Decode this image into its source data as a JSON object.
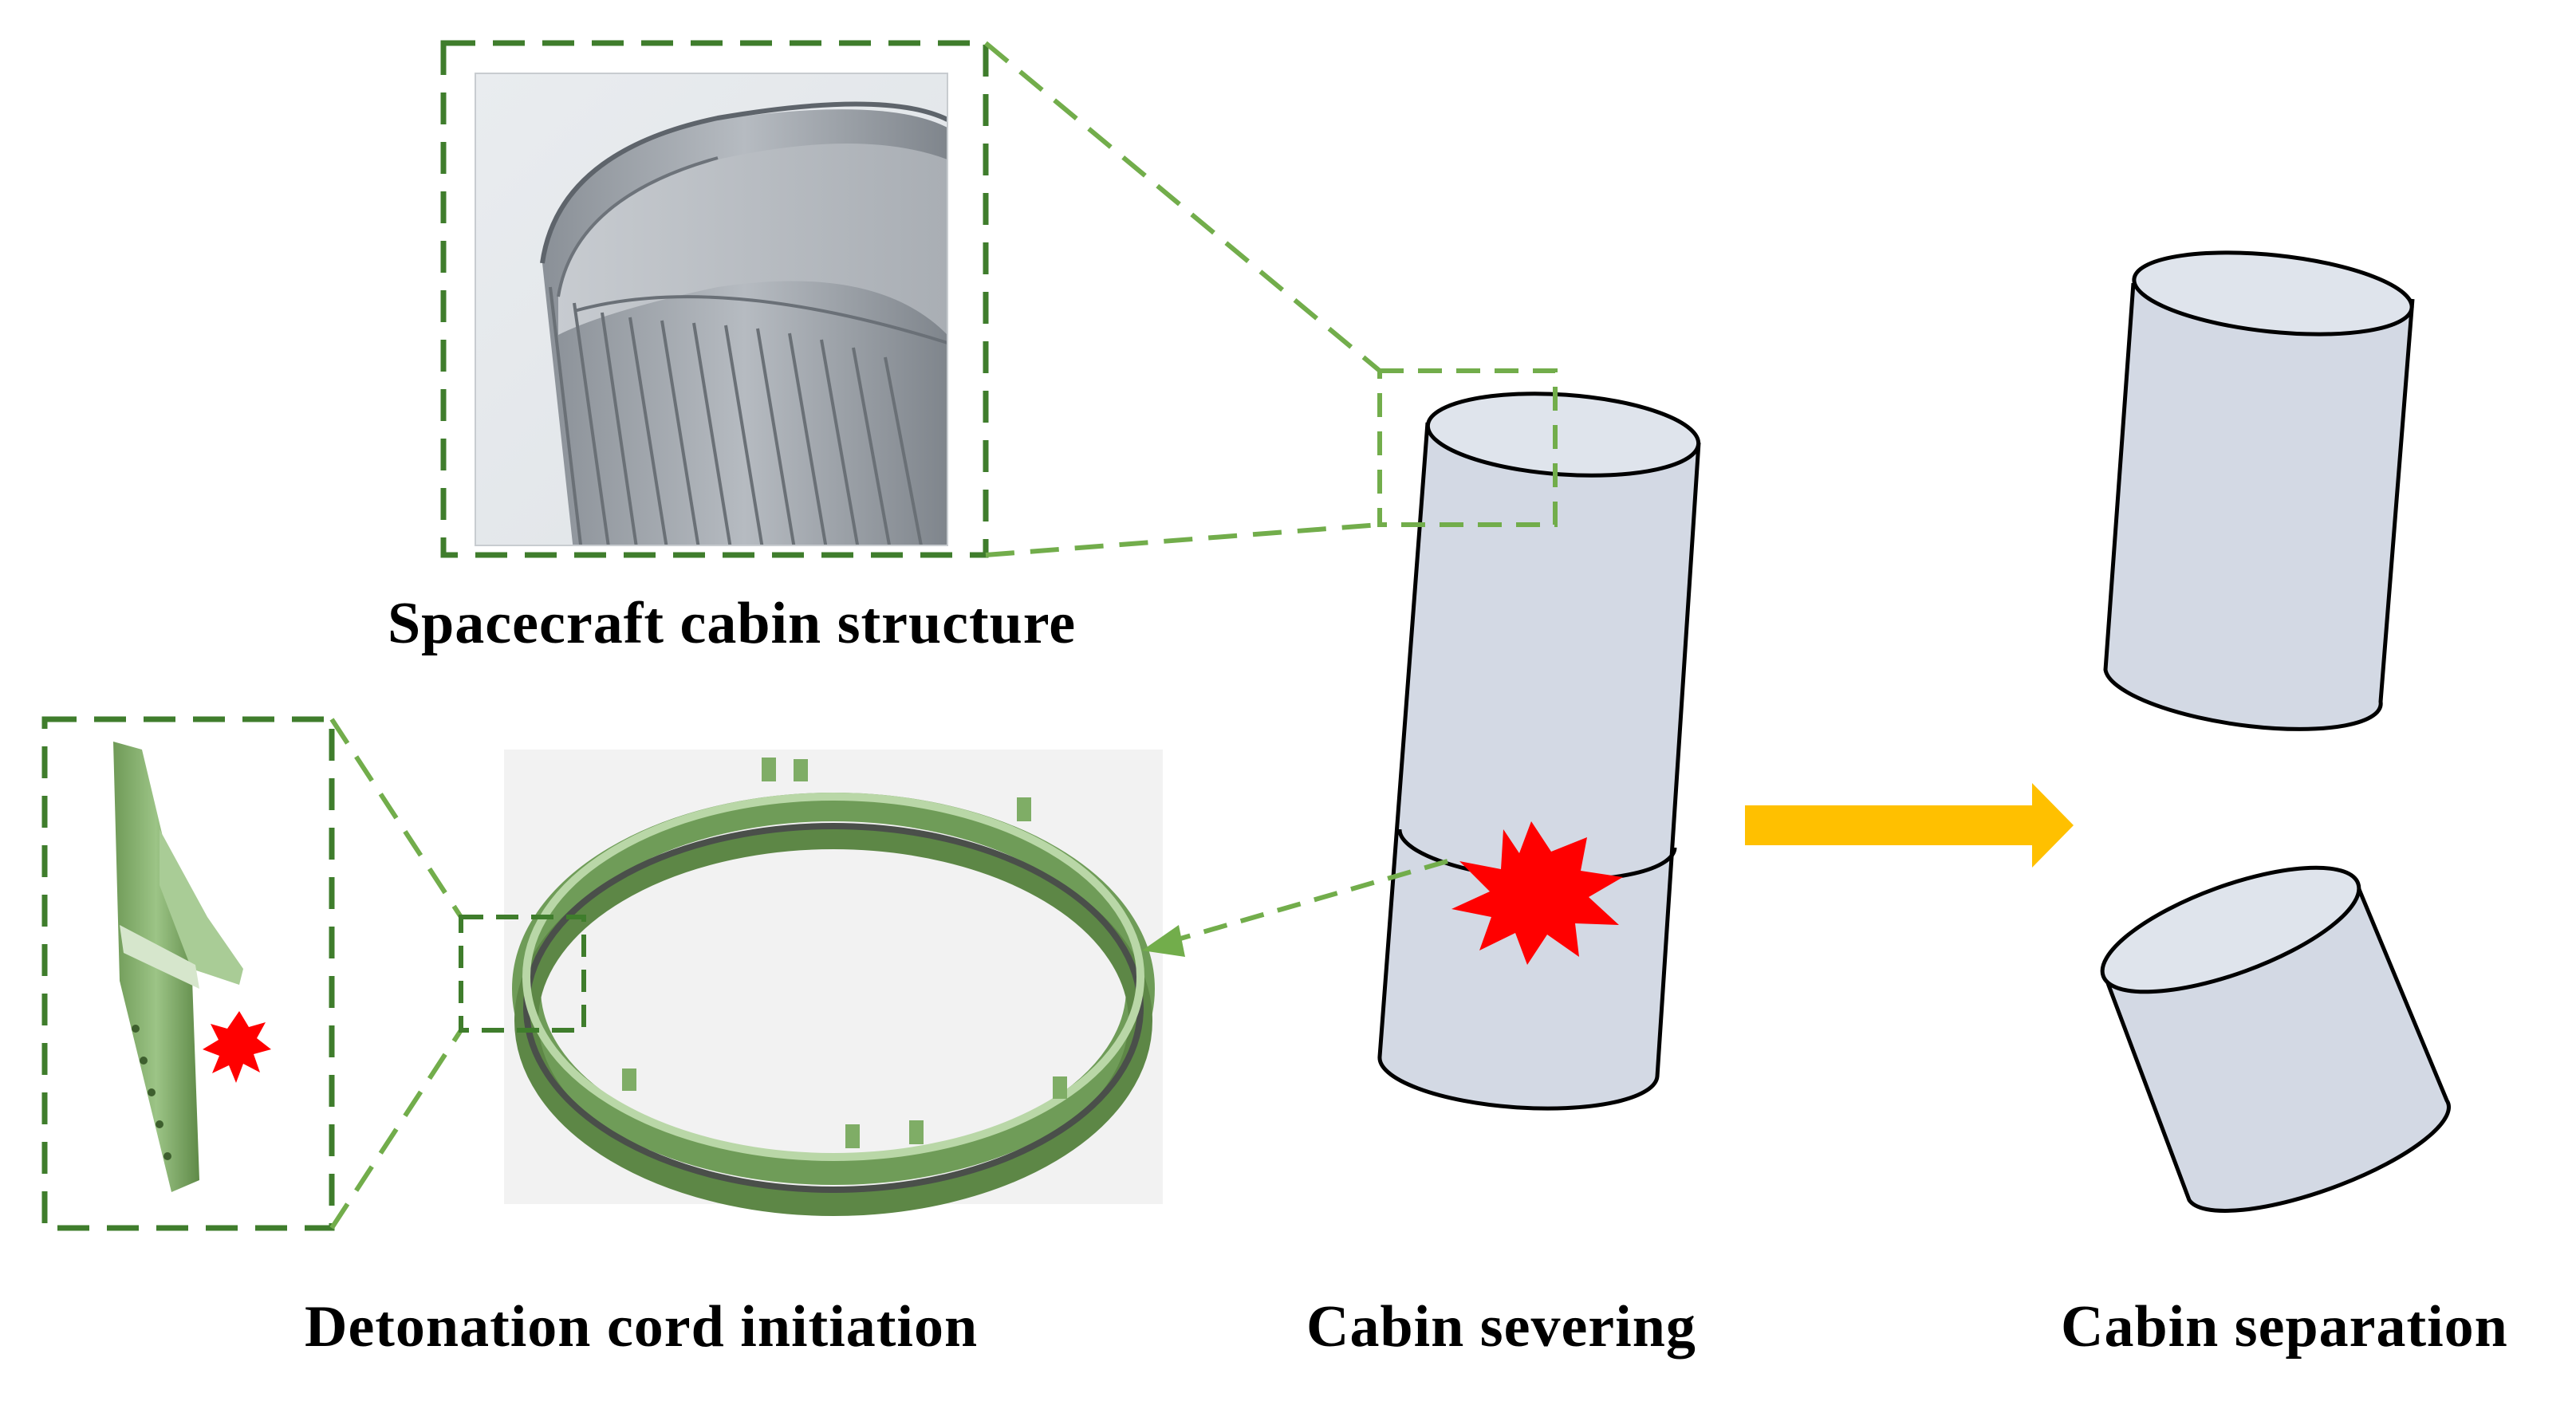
{
  "labels": {
    "cabin_structure": "Spacecraft cabin structure",
    "detonation": "Detonation cord initiation",
    "severing": "Cabin severing",
    "separation": "Cabin separation"
  },
  "colors": {
    "callout_dash": "#72ad4b",
    "callout_box": "#3f7d2c",
    "cabin_fill": "#d3d9e4",
    "outline": "#000000",
    "explosion": "#ff0000",
    "arrow": "#ffc000",
    "ring_green": "#93c47d",
    "metal_gray": "#a8adb3"
  },
  "icons": {
    "explosion": "red-starburst",
    "process_arrow": "arrow-right"
  }
}
